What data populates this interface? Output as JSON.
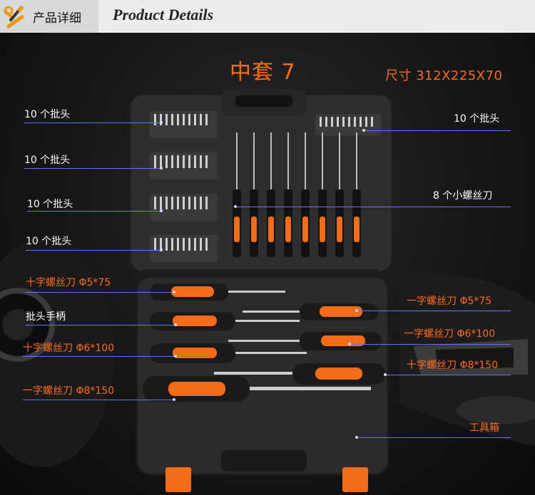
{
  "header": {
    "title_cn": "产品详细",
    "title_en": "Product Details",
    "icon": "wrench-screwdriver-icon"
  },
  "product": {
    "set_name": "中套 7",
    "size": "尺寸 312X225X70"
  },
  "callouts": [
    {
      "id": "bits-1",
      "text": "10 个批头"
    },
    {
      "id": "bits-2",
      "text": "10 个批头"
    },
    {
      "id": "bits-3",
      "text": "10 个批头"
    },
    {
      "id": "bits-4",
      "text": "10 个批头"
    },
    {
      "id": "bits-5",
      "text": "10 个批头"
    },
    {
      "id": "small-screwdrivers",
      "text": "8 个小螺丝刀"
    },
    {
      "id": "phillips-5-75",
      "text": "十字螺丝刀 Φ5*75"
    },
    {
      "id": "bit-handle",
      "text": "批头手柄"
    },
    {
      "id": "phillips-6-100",
      "text": "十字螺丝刀 Φ6*100"
    },
    {
      "id": "slotted-8-150-left",
      "text": "一字螺丝刀 Φ8*150"
    },
    {
      "id": "slotted-5-75",
      "text": "一字螺丝刀 Φ5*75"
    },
    {
      "id": "slotted-6-100",
      "text": "一字螺丝刀 Φ6*100"
    },
    {
      "id": "phillips-8-150",
      "text": "十字螺丝刀 Φ8*150"
    },
    {
      "id": "toolbox",
      "text": "工具箱"
    }
  ],
  "colors": {
    "accent": "#ff6a1a",
    "leader_line": "#7070ff",
    "case": "#2e2e2e",
    "handle_orange": "#f36b16"
  }
}
